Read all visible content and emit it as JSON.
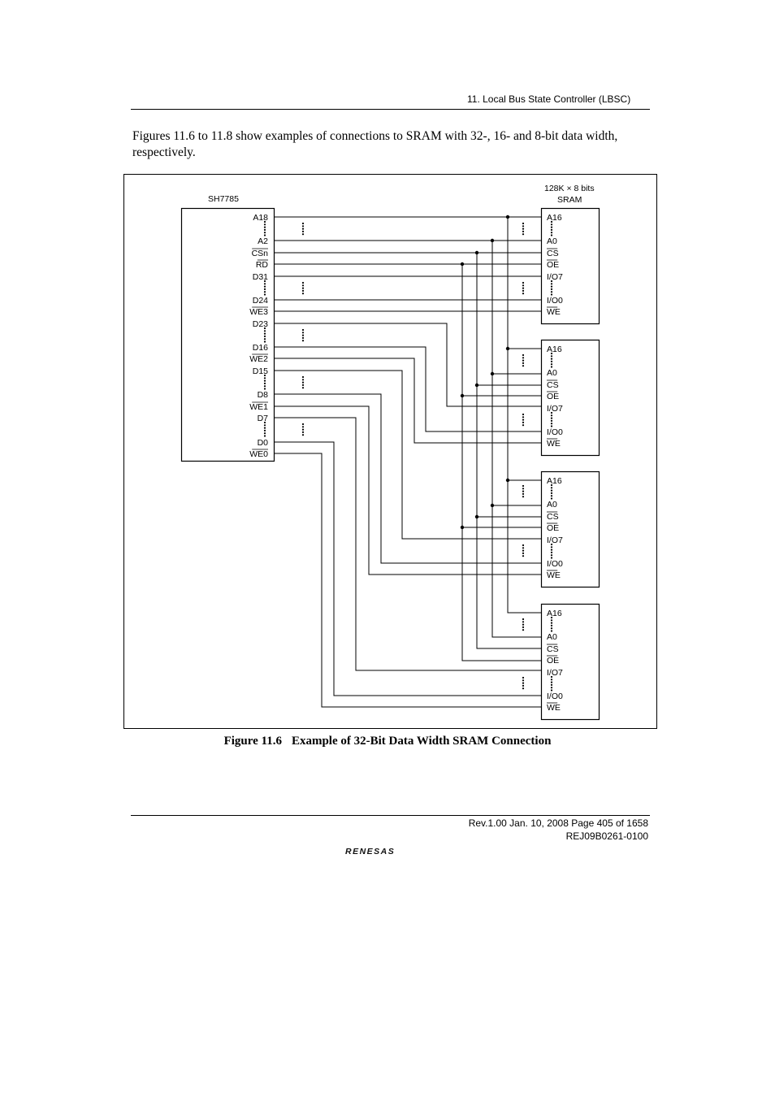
{
  "header": {
    "section": "11.   Local Bus State Controller (LBSC)"
  },
  "intro": "Figures 11.6 to 11.8 show examples of connections to SRAM with 32-, 16- and 8-bit data width, respectively.",
  "diagram": {
    "cpu_label": "SH7785",
    "sram_label_line1": "128K × 8 bits",
    "sram_label_line2": "SRAM",
    "cpu_pins": [
      "A18",
      "A2",
      "CSn",
      "RD",
      "D31",
      "D24",
      "WE3",
      "D23",
      "D16",
      "WE2",
      "D15",
      "D8",
      "WE1",
      "D7",
      "D0",
      "WE0"
    ],
    "sram_pins": [
      "A16",
      "A0",
      "CS",
      "OE",
      "I/O7",
      "I/O0",
      "WE"
    ]
  },
  "caption": {
    "number": "Figure 11.6",
    "title": "Example of 32-Bit Data Width SRAM Connection"
  },
  "footer": {
    "line1": "Rev.1.00  Jan. 10, 2008  Page 405 of 1658",
    "line2": "REJ09B0261-0100"
  },
  "logo": {
    "text": "RENESAS"
  }
}
